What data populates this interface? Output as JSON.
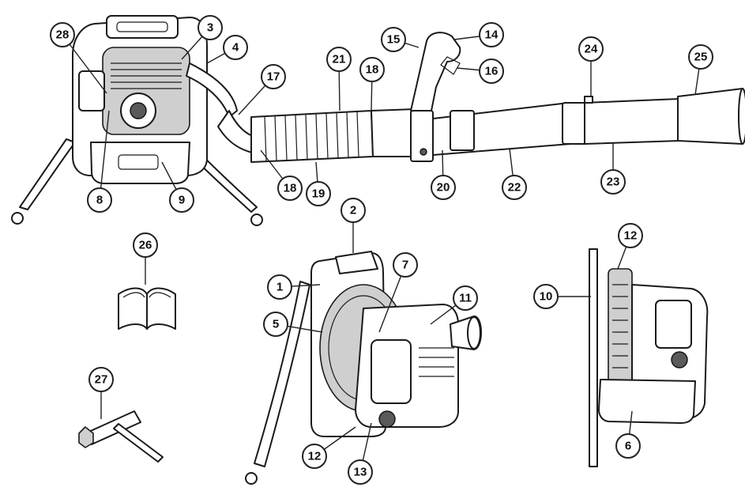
{
  "callouts": [
    {
      "label": "28"
    },
    {
      "label": "3"
    },
    {
      "label": "4"
    },
    {
      "label": "17"
    },
    {
      "label": "21"
    },
    {
      "label": "18"
    },
    {
      "label": "15"
    },
    {
      "label": "14"
    },
    {
      "label": "16"
    },
    {
      "label": "24"
    },
    {
      "label": "25"
    },
    {
      "label": "8"
    },
    {
      "label": "9"
    },
    {
      "label": "18"
    },
    {
      "label": "19"
    },
    {
      "label": "20"
    },
    {
      "label": "22"
    },
    {
      "label": "23"
    },
    {
      "label": "2"
    },
    {
      "label": "26"
    },
    {
      "label": "1"
    },
    {
      "label": "7"
    },
    {
      "label": "11"
    },
    {
      "label": "5"
    },
    {
      "label": "27"
    },
    {
      "label": "12"
    },
    {
      "label": "13"
    },
    {
      "label": "12"
    },
    {
      "label": "10"
    },
    {
      "label": "6"
    }
  ],
  "colors": {
    "ink": "#1a1a1a",
    "fill_gray": "#cfcfcf",
    "fill_dark": "#5a5a5a",
    "background": "#ffffff"
  }
}
